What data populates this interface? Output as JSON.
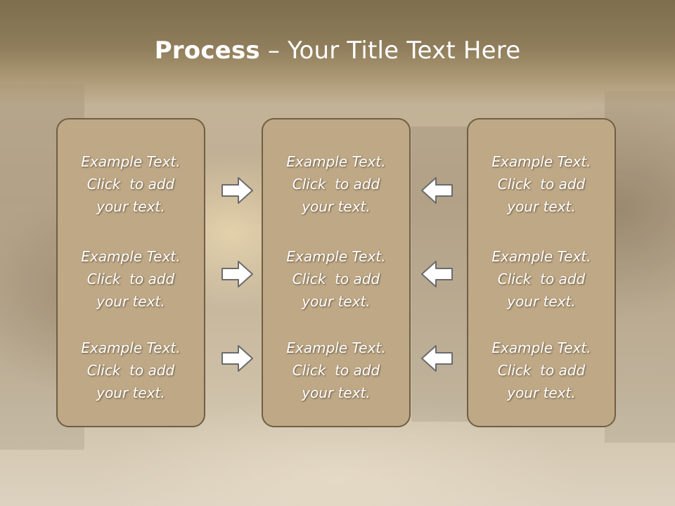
{
  "slide": {
    "title_bold": "Process",
    "title_rest": " – Your Title Text Here"
  },
  "columns": [
    {
      "items": [
        {
          "line1": "Example Text.",
          "line2": "Click  to add",
          "line3": "your text."
        },
        {
          "line1": "Example Text.",
          "line2": "Click  to add",
          "line3": "your text."
        },
        {
          "line1": "Example Text.",
          "line2": "Click  to add",
          "line3": "your text."
        }
      ]
    },
    {
      "items": [
        {
          "line1": "Example Text.",
          "line2": "Click  to add",
          "line3": "your text."
        },
        {
          "line1": "Example Text.",
          "line2": "Click  to add",
          "line3": "your text."
        },
        {
          "line1": "Example Text.",
          "line2": "Click  to add",
          "line3": "your text."
        }
      ]
    },
    {
      "items": [
        {
          "line1": "Example Text.",
          "line2": "Click  to add",
          "line3": "your text."
        },
        {
          "line1": "Example Text.",
          "line2": "Click  to add",
          "line3": "your text."
        },
        {
          "line1": "Example Text.",
          "line2": "Click  to add",
          "line3": "your text."
        }
      ]
    }
  ],
  "arrows": {
    "left_group": "arrow-right-icon",
    "right_group": "arrow-left-icon"
  },
  "colors": {
    "box_fill": "#bea886",
    "box_border": "#6f5f44",
    "arrow_fill": "#ffffff",
    "arrow_stroke": "#6b6b6b"
  }
}
